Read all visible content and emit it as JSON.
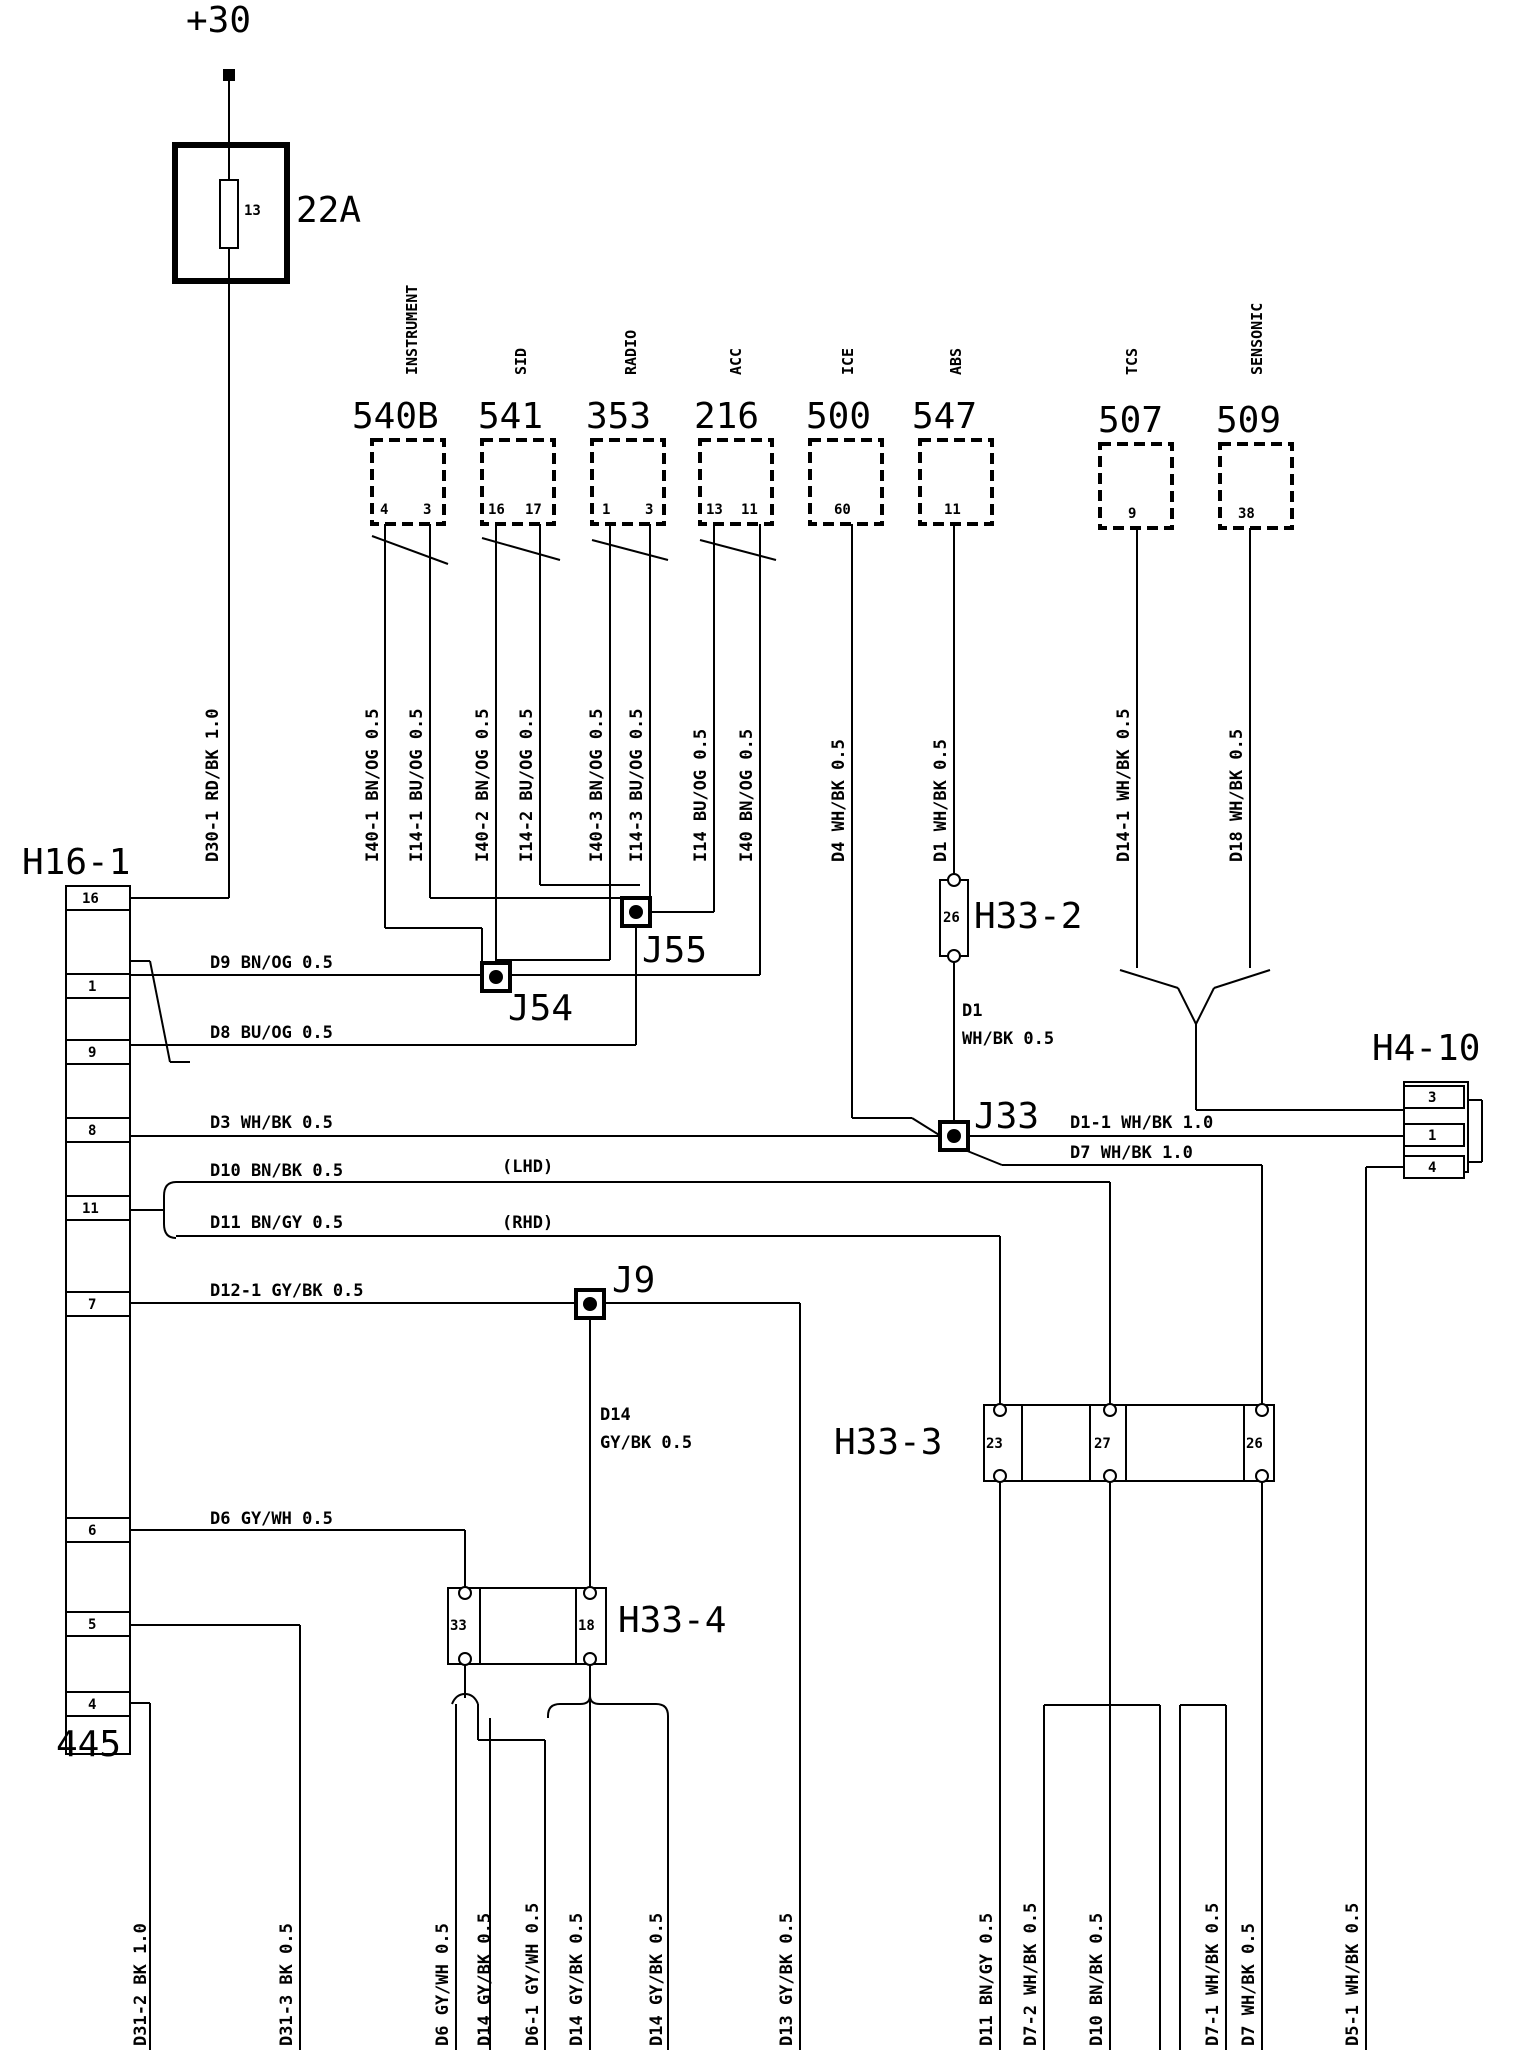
{
  "supply": "+30",
  "fuse": {
    "label": "22A",
    "pin": "13"
  },
  "connectors": {
    "h16": "H16-1",
    "h16_bottom": "445",
    "h4": "H4-10",
    "h33_2": "H33-2",
    "h33_3": "H33-3",
    "h33_4": "H33-4"
  },
  "splices": {
    "j54": "J54",
    "j55": "J55",
    "j33": "J33",
    "j9": "J9"
  },
  "modules": [
    {
      "id": "540B",
      "name": "INSTRUMENT",
      "pins": [
        "4",
        "3"
      ]
    },
    {
      "id": "541",
      "name": "SID",
      "pins": [
        "16",
        "17"
      ]
    },
    {
      "id": "353",
      "name": "RADIO",
      "pins": [
        "1",
        "3"
      ]
    },
    {
      "id": "216",
      "name": "ACC",
      "pins": [
        "13",
        "11"
      ]
    },
    {
      "id": "500",
      "name": "ICE",
      "pins": [
        "60"
      ]
    },
    {
      "id": "547",
      "name": "ABS",
      "pins": [
        "11"
      ]
    },
    {
      "id": "507",
      "name": "TCS",
      "pins": [
        "9"
      ]
    },
    {
      "id": "509",
      "name": "SENSONIC",
      "pins": [
        "38"
      ]
    }
  ],
  "h16_pins": [
    "16",
    "1",
    "9",
    "8",
    "11",
    "7",
    "6",
    "5",
    "4"
  ],
  "h4_pins": [
    "3",
    "1",
    "4"
  ],
  "h33_2_pin": "26",
  "h33_3_pins": [
    "23",
    "27",
    "26"
  ],
  "h33_4_pins": [
    "33",
    "18"
  ],
  "wire_labels": {
    "d30": "D30-1 RD/BK 1.0",
    "i40_1": "I40-1 BN/OG 0.5",
    "i14_1": "I14-1 BU/OG 0.5",
    "i40_2": "I40-2 BN/OG 0.5",
    "i14_2": "I14-2 BU/OG 0.5",
    "i40_3": "I40-3 BN/OG 0.5",
    "i14_3": "I14-3 BU/OG 0.5",
    "i14": "I14 BU/OG 0.5",
    "i40": "I40 BN/OG 0.5",
    "d4": "D4 WH/BK 0.5",
    "d1v": "D1 WH/BK 0.5",
    "d14_1": "D14-1 WH/BK 0.5",
    "d18": "D18 WH/BK 0.5",
    "d9": "D9 BN/OG 0.5",
    "d8": "D8 BU/OG 0.5",
    "d1_name": "D1",
    "d1_spec": "WH/BK 0.5",
    "d3": "D3 WH/BK 0.5",
    "d1_1": "D1-1 WH/BK 1.0",
    "d7": "D7 WH/BK 1.0",
    "d10": "D10 BN/BK 0.5",
    "lhd": "(LHD)",
    "d11": "D11 BN/GY 0.5",
    "rhd": "(RHD)",
    "d12": "D12-1 GY/BK 0.5",
    "d14_name": "D14",
    "d14_spec": "GY/BK 0.5",
    "d6": "D6 GY/WH 0.5"
  },
  "bottom_wires": [
    "D31-2 BK 1.0",
    "D31-3 BK 0.5",
    "D6 GY/WH 0.5",
    "D14 GY/BK 0.5",
    "D6-1 GY/WH 0.5",
    "D14 GY/BK 0.5",
    "D14 GY/BK 0.5",
    "D13 GY/BK 0.5",
    "D11 BN/GY 0.5",
    "D7-2 WH/BK 0.5",
    "D10 BN/BK 0.5",
    "D7-1 WH/BK 0.5",
    "D7 WH/BK 0.5",
    "D5-1 WH/BK 0.5"
  ]
}
